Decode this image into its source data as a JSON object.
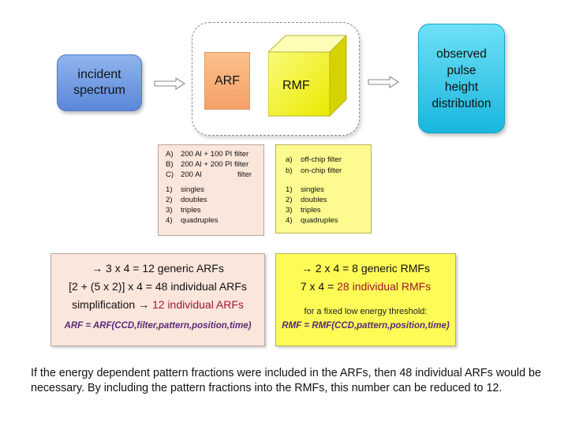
{
  "incident": {
    "line1": "incident",
    "line2": "spectrum"
  },
  "arf_label": "ARF",
  "rmf_label": "RMF",
  "observed": {
    "line1": "observed",
    "line2": "pulse",
    "line3": "height",
    "line4": "distribution"
  },
  "arf_filters": [
    {
      "key": "A)",
      "text": "200 Al + 100 PI filter"
    },
    {
      "key": "B)",
      "text": "200 Al + 200 PI filter"
    },
    {
      "key": "C)",
      "text": "200 Al",
      "suffix": "filter"
    }
  ],
  "arf_patterns": [
    {
      "key": "1)",
      "text": "singles"
    },
    {
      "key": "2)",
      "text": "doubles"
    },
    {
      "key": "3)",
      "text": "triples"
    },
    {
      "key": "4)",
      "text": "quadruples"
    }
  ],
  "rmf_filters": [
    {
      "key": "a)",
      "text": "off-chip filter"
    },
    {
      "key": "b)",
      "text": "on-chip filter"
    }
  ],
  "rmf_patterns": [
    {
      "key": "1)",
      "text": "singles"
    },
    {
      "key": "2)",
      "text": "doubles"
    },
    {
      "key": "3)",
      "text": "triples"
    },
    {
      "key": "4)",
      "text": "quadruples"
    }
  ],
  "arf_summary": {
    "line1": "→ 3 x 4 = 12 generic ARFs",
    "line2": "[2 + (5 x 2)] x 4 = 48 individual ARFs",
    "line3_prefix": "simplification → ",
    "line3_highlight": "12 individual ARFs",
    "formula": "ARF = ARF(CCD,filter,pattern,position,time)"
  },
  "rmf_summary": {
    "line1": "→ 2 x 4 = 8 generic RMFs",
    "line2_prefix": "7 x 4 = ",
    "line2_highlight": "28 individual RMFs",
    "note": "for a fixed low energy threshold:",
    "formula": "RMF = RMF(CCD,pattern,position,time)"
  },
  "caption": "If the energy dependent pattern fractions were included in the ARFs, then 48 individual ARFs would be necessary. By including the pattern fractions into the RMFs, this number can be reduced to 12.",
  "colors": {
    "incident": "#6f97e0",
    "arf": "#f7ab74",
    "rmf": "#f2f200",
    "observed": "#2ec6e8",
    "highlight": "#a0172e",
    "formula": "#5a2a77"
  }
}
